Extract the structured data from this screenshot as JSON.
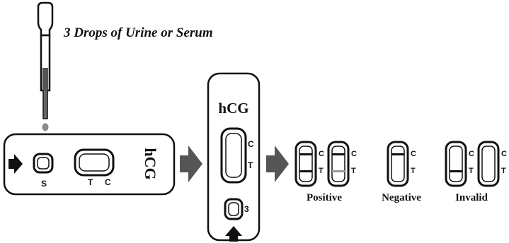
{
  "instruction": "3 Drops of Urine or Serum",
  "cassette": {
    "brand": "hCG",
    "sample_well_label": "S",
    "control_label": "C",
    "test_label": "T"
  },
  "vertical_cassette": {
    "brand": "hCG",
    "sample_well_label": "3",
    "control_label": "C",
    "test_label": "T"
  },
  "results": [
    {
      "name": "Positive",
      "strips": [
        {
          "c_line": true,
          "t_line": true
        },
        {
          "c_line": true,
          "t_line": "faint"
        }
      ]
    },
    {
      "name": "Negative",
      "strips": [
        {
          "c_line": true,
          "t_line": false
        }
      ]
    },
    {
      "name": "Invalid",
      "strips": [
        {
          "c_line": false,
          "t_line": true
        },
        {
          "c_line": false,
          "t_line": false
        }
      ]
    }
  ],
  "colors": {
    "ink": "#111111",
    "drop": "#8a8a8a",
    "background": "#ffffff"
  }
}
